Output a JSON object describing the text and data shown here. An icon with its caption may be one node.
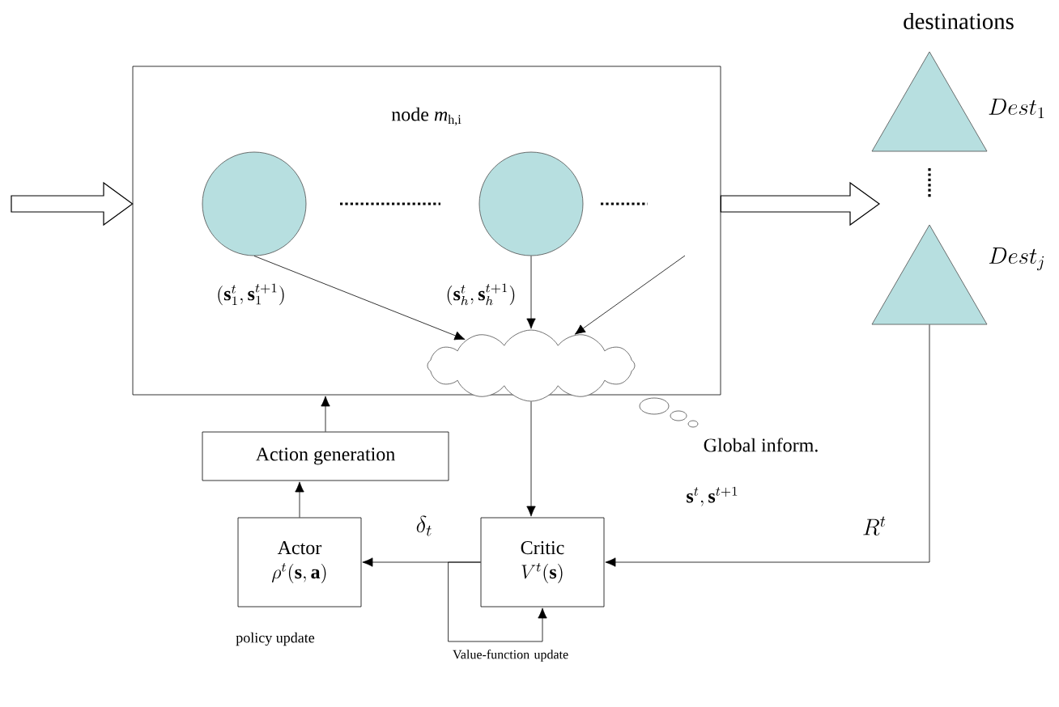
{
  "diagram": {
    "nodes": [
      {
        "text": [
          "node *m*$_{h,i}$"
        ]
      },
      {
        "text": [],
        "shape": "circle",
        "in": 0,
        "beside": [
          "(\\mathbf{s}_1^t,\\mathbf{s}_1^{t+1})"
        ]
      },
      {
        "text": [],
        "shape": "circle",
        "in": 0,
        "beside": [
          "(\\mathbf{s}_h^t,\\mathbf{s}_h^{t+1})"
        ]
      },
      {
        "text": [],
        "shape": "cloud",
        "beside": [
          "Global inform.",
          "\\mathbf{s}^t,\\mathbf{s}^{t+1}"
        ]
      },
      {
        "text": [],
        "shape": "triangle",
        "beside": [
          "Dest_1"
        ]
      },
      {
        "text": [],
        "shape": "triangle",
        "beside": [
          "Dest_j"
        ]
      },
      {
        "text": [
          "Action generation"
        ]
      },
      {
        "text": [
          "Actor",
          "\\rho^t(\\mathbf{s},\\mathbf{a})"
        ],
        "beside": [
          "policy update"
        ]
      },
      {
        "text": [
          "Critic",
          "V^t(\\mathbf{s})"
        ]
      }
    ],
    "edges": [
      {
        "from": null,
        "to": 0,
        "arrow": "to"
      },
      {
        "from": 0,
        "to": null,
        "arrow": "to"
      },
      {
        "from": 1,
        "to": 3,
        "arrow": "to"
      },
      {
        "from": 2,
        "to": 3,
        "arrow": "to"
      },
      {
        "from": null,
        "to": 3,
        "arrow": "to"
      },
      {
        "from": 3,
        "to": 8,
        "arrow": "to"
      },
      {
        "from": 5,
        "to": 8,
        "arrow": "to",
        "label": "R^t"
      },
      {
        "from": 8,
        "to": 7,
        "arrow": "to",
        "label": "\\delta_t"
      },
      {
        "from": 8,
        "to": 8,
        "arrow": "to"
      },
      {
        "from": 7,
        "to": 6,
        "arrow": "to"
      },
      {
        "from": 6,
        "to": 0,
        "arrow": "to"
      }
    ],
    "labels": [
      "destinations",
      "Value-function update"
    ]
  }
}
